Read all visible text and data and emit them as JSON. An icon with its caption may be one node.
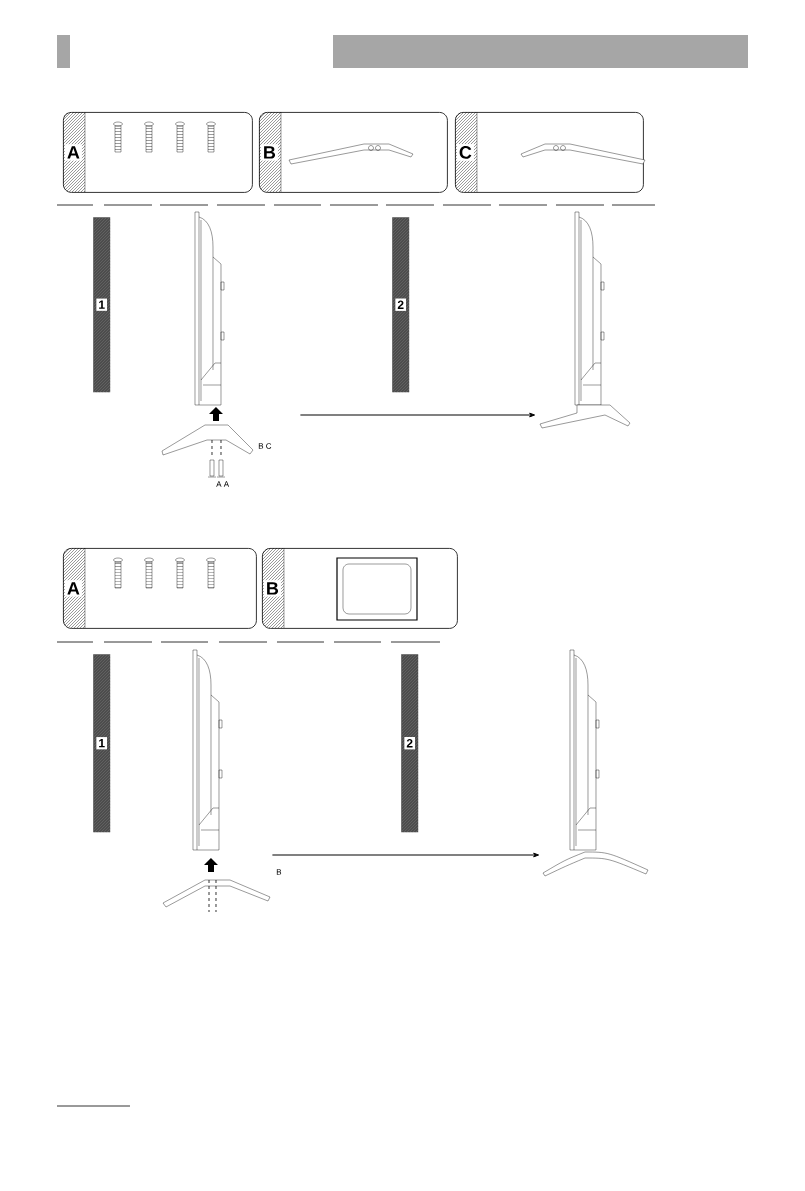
{
  "diagram": {
    "nodes": [
      {
        "text": [
          "A"
        ]
      },
      {
        "text": [
          "B"
        ]
      },
      {
        "text": [
          "C"
        ]
      },
      {
        "text": [
          "1"
        ]
      },
      {
        "text": [],
        "shape": "picture",
        "beside": [
          "B C",
          "A A"
        ]
      },
      {
        "text": [
          "2"
        ]
      },
      {
        "text": [],
        "shape": "picture"
      },
      {
        "text": [
          "A"
        ]
      },
      {
        "text": [
          "B"
        ]
      },
      {
        "text": [
          "1"
        ]
      },
      {
        "text": [],
        "shape": "picture",
        "beside": [
          "B"
        ]
      },
      {
        "text": [
          "2"
        ]
      },
      {
        "text": [],
        "shape": "picture"
      }
    ],
    "edges": [
      {
        "from": 4,
        "to": 6,
        "arrow": "to"
      },
      {
        "from": 10,
        "to": 12,
        "arrow": "to"
      }
    ]
  }
}
